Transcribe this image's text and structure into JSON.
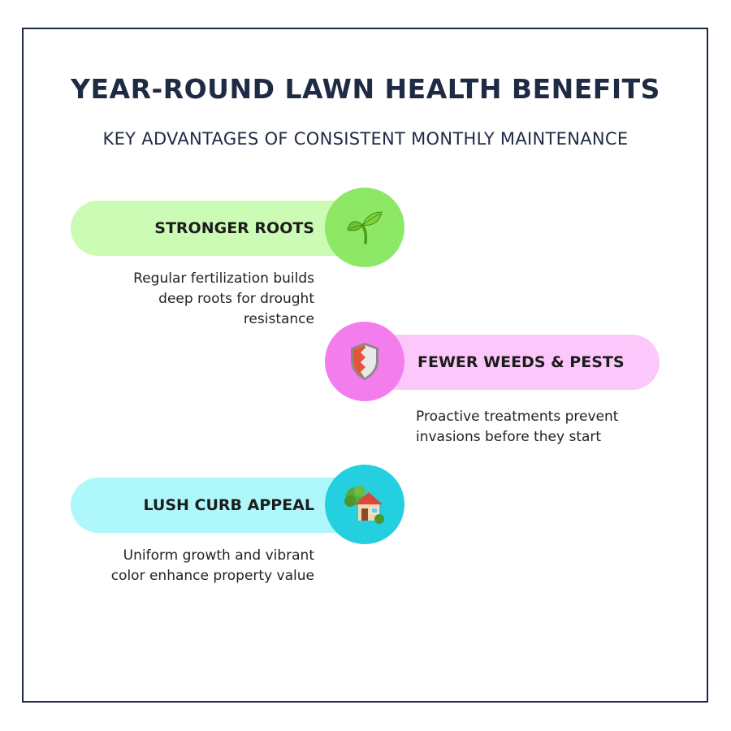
{
  "header": {
    "title": "YEAR-ROUND LAWN HEALTH BENEFITS",
    "subtitle": "KEY ADVANTAGES OF CONSISTENT MONTHLY MAINTENANCE"
  },
  "benefits": [
    {
      "label": "STRONGER ROOTS",
      "icon": "seedling-icon",
      "icon_glyph": "🌱",
      "description_lines": [
        "Regular fertilization builds",
        "deep roots for drought",
        "resistance"
      ],
      "pill_color": "#ccfbb5",
      "circle_color": "#8de865",
      "side": "left"
    },
    {
      "label": "FEWER WEEDS & PESTS",
      "icon": "shield-icon",
      "icon_glyph": "🛡️",
      "description_lines": [
        "Proactive treatments prevent",
        "invasions before they start"
      ],
      "pill_color": "#fcc8fb",
      "circle_color": "#f47ded",
      "side": "right"
    },
    {
      "label": "LUSH CURB APPEAL",
      "icon": "house-with-garden-icon",
      "icon_glyph": "🏡",
      "description_lines": [
        "Uniform growth and vibrant",
        "color enhance property value"
      ],
      "pill_color": "#aef8fb",
      "circle_color": "#24cfe0",
      "side": "left"
    }
  ],
  "colors": {
    "frame": "#1f2a44",
    "title": "#1f2a44",
    "text": "#222222"
  }
}
